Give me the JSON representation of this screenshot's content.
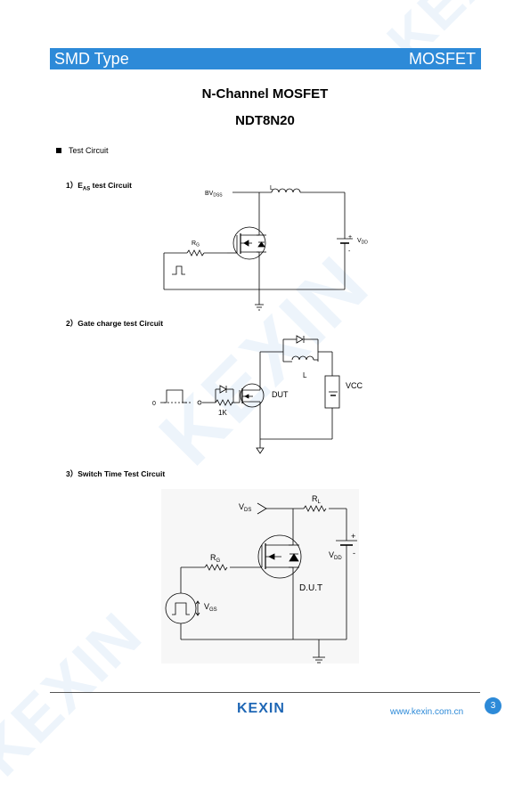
{
  "header": {
    "left": "SMD Type",
    "right": "MOSFET"
  },
  "title": {
    "line1": "N-Channel MOSFET",
    "line2": "NDT8N20"
  },
  "section": {
    "label": "Test Circuit"
  },
  "circuits": [
    {
      "num": "1）",
      "prefix": "E",
      "sub": "AS",
      "suffix": " test Circuit",
      "labels": {
        "bv": "BV",
        "bv_sub": "DSS",
        "l": "L",
        "rg": "R",
        "rg_sub": "G",
        "vdd": "V",
        "vdd_sub": "DD",
        "plus": "+",
        "minus": "-"
      }
    },
    {
      "title": "2）Gate charge test Circuit",
      "labels": {
        "dut": "DUT",
        "l": "L",
        "vcc": "VCC",
        "r": "1K",
        "zero": "0"
      }
    },
    {
      "title": "3）Switch Time Test Circuit",
      "labels": {
        "vds": "V",
        "vds_sub": "DS",
        "rl": "R",
        "rl_sub": "L",
        "rg": "R",
        "rg_sub": "G",
        "vdd": "V",
        "vdd_sub": "DD",
        "vgs": "V",
        "vgs_sub": "GS",
        "dut": "D.U.T",
        "plus": "+",
        "minus": "-"
      }
    }
  ],
  "footer": {
    "logo": "KEXIN",
    "url": "www.kexin.com.cn",
    "page": "3"
  },
  "colors": {
    "brand": "#2d8ad8",
    "logo": "#1f67b5"
  }
}
